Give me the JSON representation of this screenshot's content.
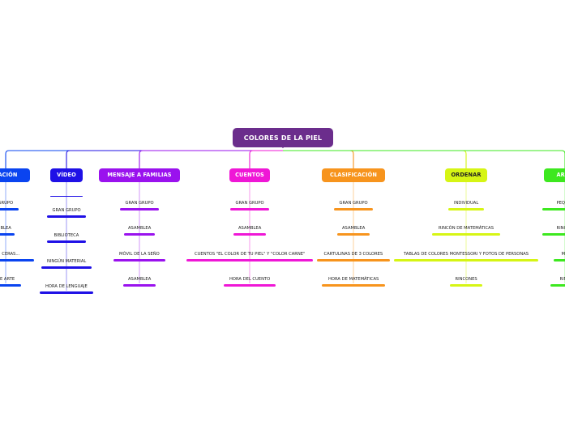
{
  "root": {
    "label": "COLORES DE LA PIEL",
    "color": "#6b2d8c"
  },
  "branches": [
    {
      "label": "CACIÓN",
      "color": "#0a44f0",
      "children": [
        "GRUPO",
        "BLEA",
        "UJO, CERAS...",
        "DE ARTE"
      ]
    },
    {
      "label": "VÍDEO",
      "color": "#1f10e6",
      "children": [
        "",
        "GRAN GRUPO",
        "BIBLIOTECA",
        "NINGÚN MATERIAL",
        "HORA DE LENGUAJE"
      ]
    },
    {
      "label": "MENSAJE A FAMILIAS",
      "color": "#9a12ee",
      "children": [
        "GRAN GRUPO",
        "ASAMBLEA",
        "MÓVIL DE LA SEÑO",
        "ASAMBLEA"
      ]
    },
    {
      "label": "CUENTOS",
      "color": "#ef17d6",
      "children": [
        "GRAN GRUPO",
        "ASAMBLEA",
        "CUENTOS \"EL COLOR DE TU PIEL\" Y \"COLOR CARNE\"",
        "HORA DEL CUENTO"
      ]
    },
    {
      "label": "CLASIFICACIÓN",
      "color": "#f7941d",
      "children": [
        "GRAN GRUPO",
        "ASAMBLEA",
        "CARTULINAS DE 3 COLORES",
        "HORA DE MATEMÁTICAS"
      ]
    },
    {
      "label": "ORDENAR",
      "color": "#d6f514",
      "text_color": "#222222",
      "children": [
        "INDIVIDUAL",
        "RINCÓN DE MATEMÁTICAS",
        "TABLAS DE COLORES MONTESSORI Y FOTOS DE PERSONAS",
        "RINCONES"
      ]
    },
    {
      "label": "ARCO",
      "color": "#3de81f",
      "children": [
        "PEQUEÑ",
        "RINCÓN",
        "MÓ",
        "RINC"
      ]
    }
  ]
}
